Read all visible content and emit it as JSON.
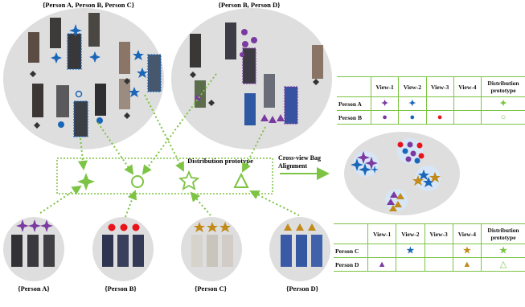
{
  "group_labels": {
    "left": "{Person A, Person B, Person C}",
    "right": "{Person B, Person D}"
  },
  "person_labels": [
    "{Person A}",
    "{Person B}",
    "{Person C}",
    "{Person D}"
  ],
  "prototype_label": "Distribution prototype",
  "alignment_label": "Cross-view Bag Alignment",
  "colors": {
    "purple": "#7a3aa0",
    "blue": "#1a66b8",
    "red": "#e8141c",
    "gold": "#c28a18",
    "green": "#7dc444",
    "ellipse": "#dedede",
    "dark": "#333333"
  },
  "table_top": {
    "headers": [
      "",
      "View-1",
      "View-2",
      "View-3",
      "View-4",
      "Distribution prototype"
    ],
    "rows": [
      {
        "label": "Person A",
        "cells": [
          "purple-star4",
          "blue-star4",
          "",
          "",
          "green-star4"
        ]
      },
      {
        "label": "Person B",
        "cells": [
          "purple-circle",
          "blue-circle",
          "red-circle",
          "",
          "green-circle-outline"
        ]
      }
    ]
  },
  "table_bottom": {
    "headers": [
      "",
      "View-1",
      "View-2",
      "View-3",
      "View-4",
      "Distribution prototype"
    ],
    "rows": [
      {
        "label": "Person C",
        "cells": [
          "",
          "blue-star5",
          "",
          "gold-star5",
          "green-star5"
        ]
      },
      {
        "label": "Person D",
        "cells": [
          "purple-triangle",
          "",
          "",
          "gold-triangle",
          "green-triangle-outline"
        ]
      }
    ]
  }
}
